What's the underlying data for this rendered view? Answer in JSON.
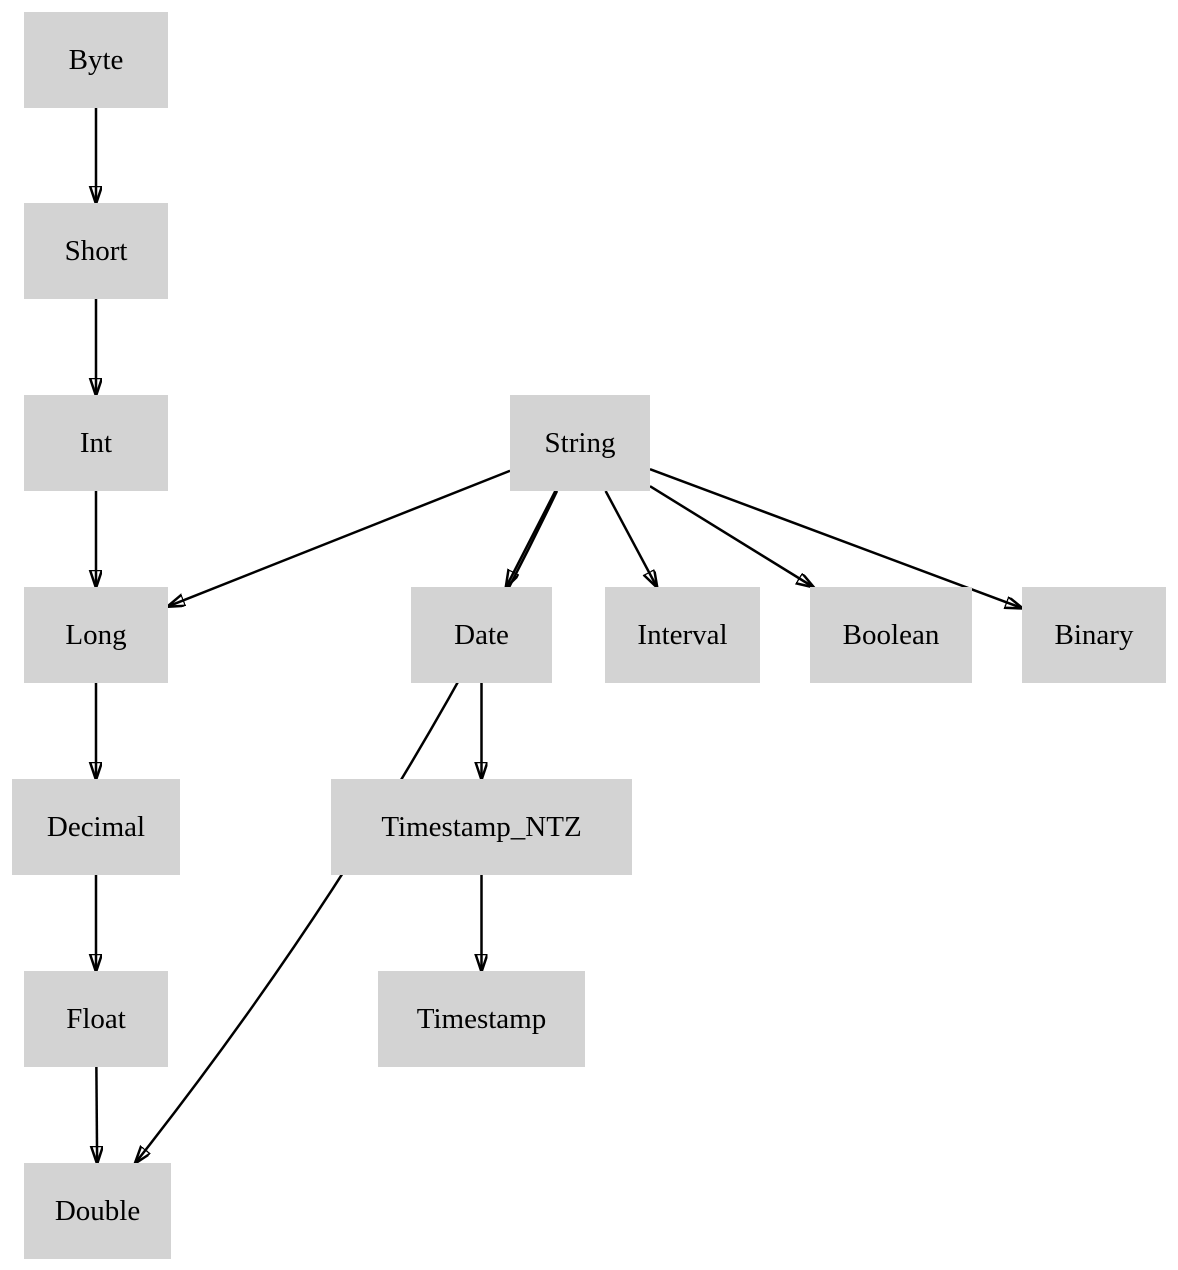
{
  "diagram": {
    "description": "Type coercion hierarchy graph",
    "colors": {
      "node_fill": "#d3d3d3",
      "edge": "#000000",
      "text": "#000000",
      "background": "#ffffff"
    },
    "nodes": [
      {
        "id": "byte",
        "label": "Byte"
      },
      {
        "id": "short",
        "label": "Short"
      },
      {
        "id": "int",
        "label": "Int"
      },
      {
        "id": "string",
        "label": "String"
      },
      {
        "id": "long",
        "label": "Long"
      },
      {
        "id": "date",
        "label": "Date"
      },
      {
        "id": "interval",
        "label": "Interval"
      },
      {
        "id": "boolean",
        "label": "Boolean"
      },
      {
        "id": "binary",
        "label": "Binary"
      },
      {
        "id": "decimal",
        "label": "Decimal"
      },
      {
        "id": "timestamp_ntz",
        "label": "Timestamp_NTZ"
      },
      {
        "id": "float",
        "label": "Float"
      },
      {
        "id": "timestamp",
        "label": "Timestamp"
      },
      {
        "id": "double",
        "label": "Double"
      }
    ],
    "edges": [
      {
        "from": "byte",
        "to": "short"
      },
      {
        "from": "short",
        "to": "int"
      },
      {
        "from": "int",
        "to": "long"
      },
      {
        "from": "long",
        "to": "decimal"
      },
      {
        "from": "decimal",
        "to": "float"
      },
      {
        "from": "float",
        "to": "double"
      },
      {
        "from": "string",
        "to": "long"
      },
      {
        "from": "string",
        "to": "date"
      },
      {
        "from": "string",
        "to": "interval"
      },
      {
        "from": "string",
        "to": "boolean"
      },
      {
        "from": "string",
        "to": "binary"
      },
      {
        "from": "string",
        "to": "double",
        "bend": [
          390,
          840
        ]
      },
      {
        "from": "date",
        "to": "timestamp_ntz"
      },
      {
        "from": "timestamp_ntz",
        "to": "timestamp"
      }
    ]
  }
}
